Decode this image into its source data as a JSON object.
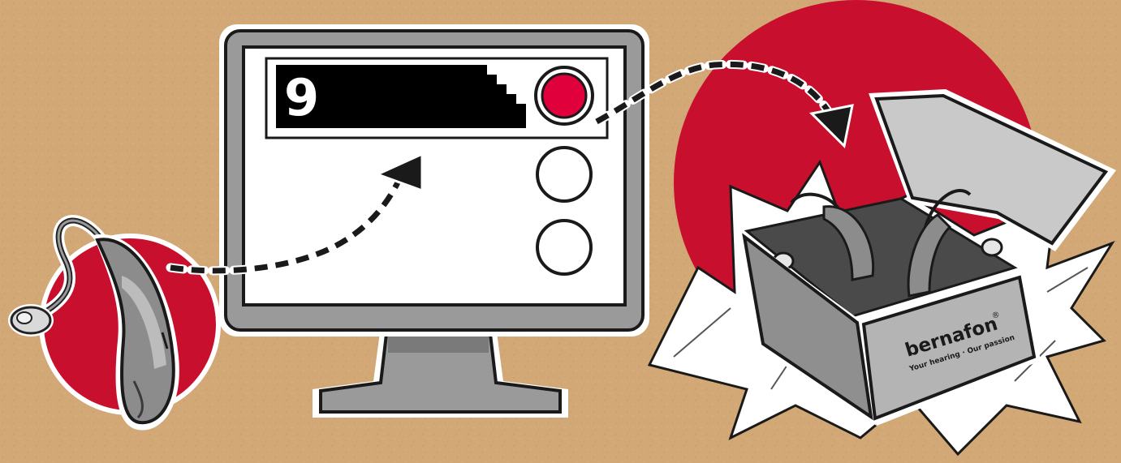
{
  "monitor": {
    "count_value": "9",
    "options": [
      {
        "name": "option-1",
        "selected": true
      },
      {
        "name": "option-2",
        "selected": false
      },
      {
        "name": "option-3",
        "selected": false
      }
    ]
  },
  "box": {
    "brand_name": "bernafon",
    "trademark_symbol": "®",
    "tagline": "Your hearing · Our passion"
  },
  "colors": {
    "background": "#d2a876",
    "accent_red": "#c8102e",
    "option_selected": "#e0003c",
    "screen_bar": "#000000",
    "device_gray": "#8c8c8c"
  },
  "icons": [
    "hearing-aid-icon",
    "computer-monitor-icon",
    "dashed-arrow-icon",
    "gift-box-icon"
  ]
}
